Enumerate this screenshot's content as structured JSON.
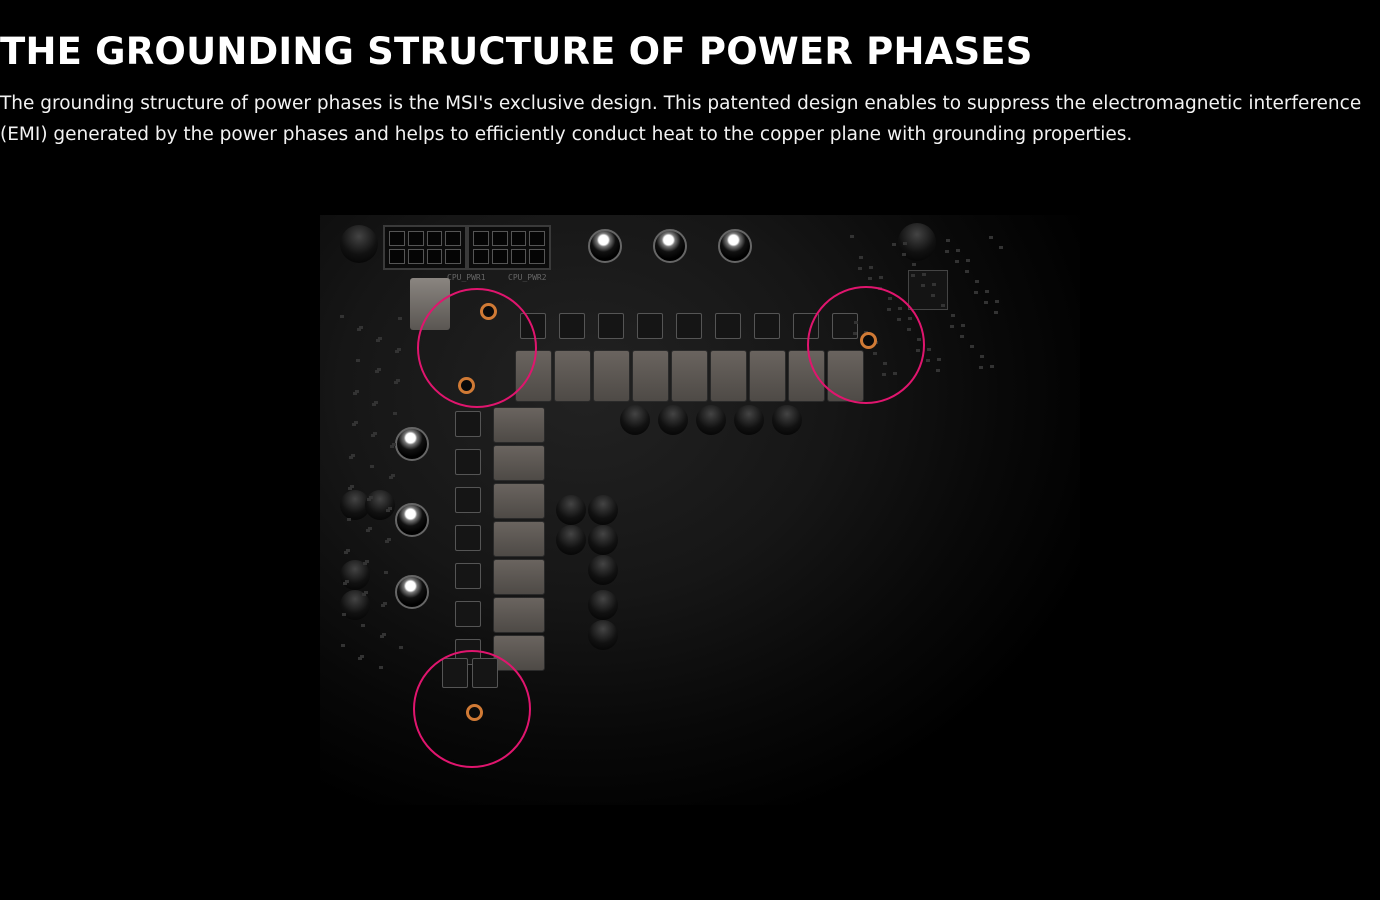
{
  "title": "THE GROUNDING STRUCTURE OF POWER PHASES",
  "description": "The grounding structure of power phases is the MSI's exclusive design. This patented design enables to suppress the electromagnetic interference (EMI) generated by the power phases and helps to efficiently conduct heat to the copper plane with grounding properties.",
  "board": {
    "connector_1": "CPU_PWR1",
    "connector_2": "CPU_PWR2",
    "highlight_color": "#e0156e",
    "horizontal_phases": 9,
    "vertical_phases": 7
  }
}
